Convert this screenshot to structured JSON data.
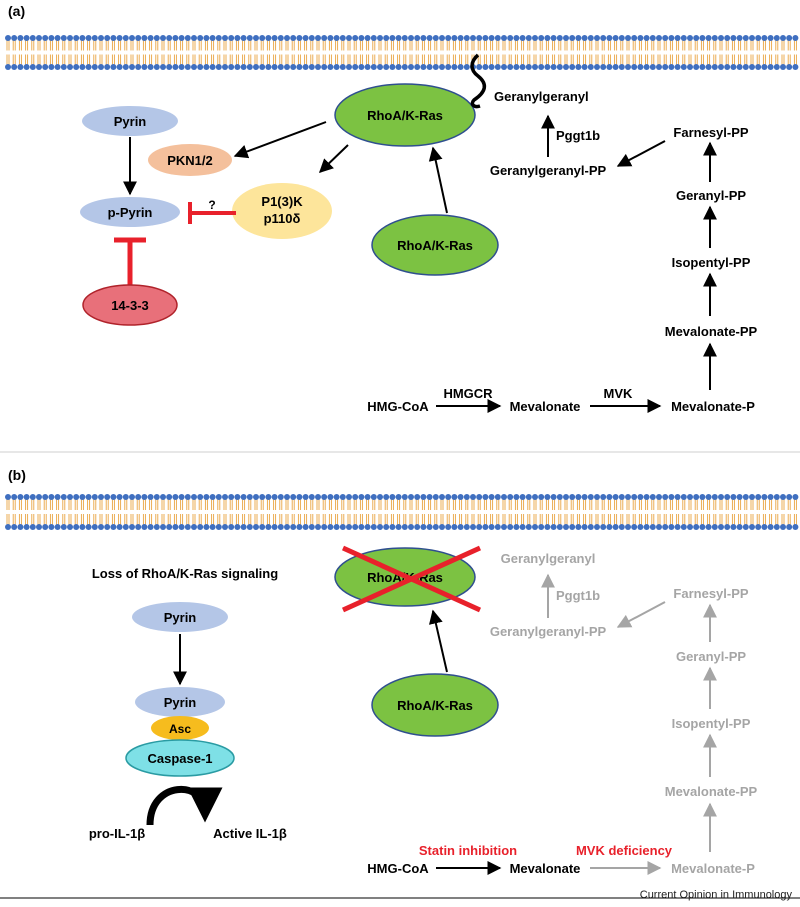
{
  "panel_a": {
    "label": "(a)",
    "rhoa_top": "RhoA/K-Ras",
    "rhoa_bottom": "RhoA/K-Ras",
    "geranylgeranyl": "Geranylgeranyl",
    "pggt1b": "Pggt1b",
    "geranylgeranyl_pp": "Geranylgeranyl-PP",
    "farnesyl_pp": "Farnesyl-PP",
    "geranyl_pp": "Geranyl-PP",
    "isopentyl_pp": "Isopentyl-PP",
    "mevalonate_pp": "Mevalonate-PP",
    "hmg_coa": "HMG-CoA",
    "hmgcr": "HMGCR",
    "mevalonate": "Mevalonate",
    "mvk": "MVK",
    "mevalonate_p": "Mevalonate-P",
    "pyrin": "Pyrin",
    "pkn": "PKN1/2",
    "p_pyrin": "p-Pyrin",
    "pi3k_line1": "P1(3)K",
    "pi3k_line2": "p110δ",
    "question": "?",
    "protein_1433": "14-3-3"
  },
  "panel_b": {
    "label": "(b)",
    "loss_title": "Loss of RhoA/K-Ras signaling",
    "rhoa_top": "RhoA/K-Ras",
    "rhoa_bottom": "RhoA/K-Ras",
    "geranylgeranyl": "Geranylgeranyl",
    "pggt1b": "Pggt1b",
    "geranylgeranyl_pp": "Geranylgeranyl-PP",
    "farnesyl_pp": "Farnesyl-PP",
    "geranyl_pp": "Geranyl-PP",
    "isopentyl_pp": "Isopentyl-PP",
    "mevalonate_pp": "Mevalonate-PP",
    "hmg_coa": "HMG-CoA",
    "statin": "Statin inhibition",
    "mevalonate": "Mevalonate",
    "mvk_def": "MVK deficiency",
    "mevalonate_p": "Mevalonate-P",
    "pyrin_top": "Pyrin",
    "pyrin_complex": "Pyrin",
    "asc": "Asc",
    "caspase": "Caspase-1",
    "pro_il": "pro-IL-1β",
    "active_il": "Active IL-1β"
  },
  "credit": "Current Opinion in Immunology",
  "colors": {
    "membrane_head": "#3f6fc0",
    "membrane_tail": "#e9a542",
    "rhoa_fill": "#7cc242",
    "rhoa_stroke": "#2f4f8f",
    "pyrin_fill": "#b4c6e7",
    "pkn_fill": "#f4c09c",
    "pi3k_fill": "#fde59b",
    "protein_1433_fill": "#e8707a",
    "asc_fill": "#f6bc1e",
    "caspase_fill": "#7ee0e6",
    "inhibit_red": "#e8212b",
    "grey_path": "#a5a5a5"
  }
}
